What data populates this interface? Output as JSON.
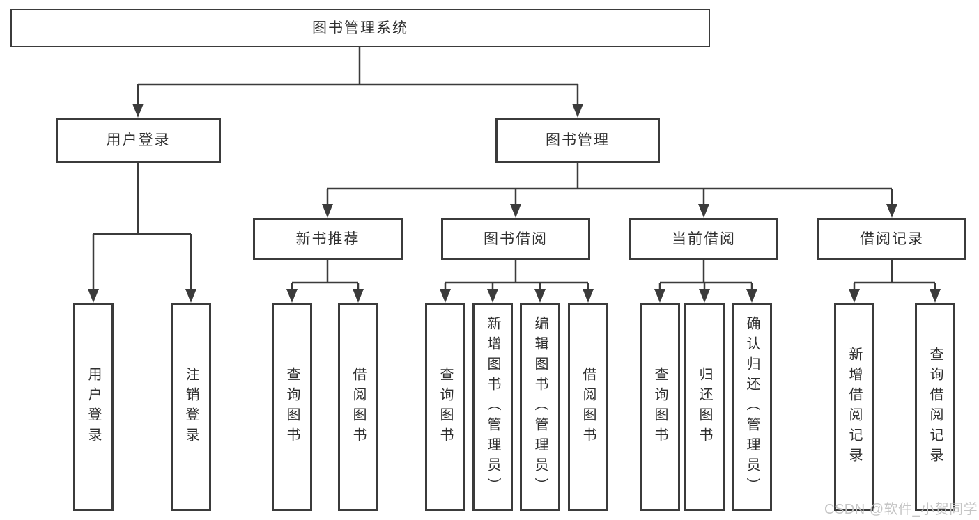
{
  "colors": {
    "line": "#3b3b3b",
    "border": "#3b3b3b",
    "text": "#2f2f2f",
    "watermark": "#c5c5c5",
    "background": "#ffffff"
  },
  "watermark": "CSDN @软件_小贺同学",
  "root": {
    "label": "图书管理系统"
  },
  "user_login": {
    "label": "用户登录",
    "children": [
      {
        "label": "用户登录"
      },
      {
        "label": "注销登录"
      }
    ]
  },
  "book_mgmt": {
    "label": "图书管理"
  },
  "modules": [
    {
      "label": "新书推荐",
      "children": [
        {
          "label": "查询图书"
        },
        {
          "label": "借阅图书"
        }
      ]
    },
    {
      "label": "图书借阅",
      "children": [
        {
          "label": "查询图书"
        },
        {
          "label": "新增图书（管理员）"
        },
        {
          "label": "编辑图书（管理员）"
        },
        {
          "label": "借阅图书"
        }
      ]
    },
    {
      "label": "当前借阅",
      "children": [
        {
          "label": "查询图书"
        },
        {
          "label": "归还图书"
        },
        {
          "label": "确认归还（管理员）"
        }
      ]
    },
    {
      "label": "借阅记录",
      "children": [
        {
          "label": "新增借阅记录"
        },
        {
          "label": "查询借阅记录"
        }
      ]
    }
  ]
}
